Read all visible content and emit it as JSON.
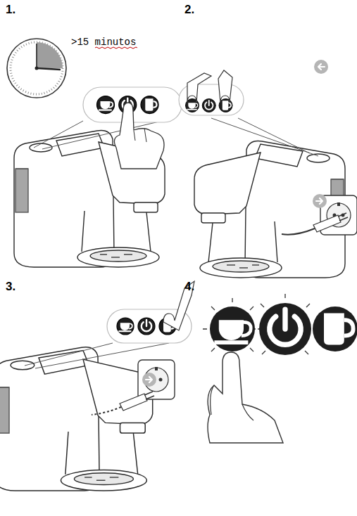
{
  "diagram": {
    "labels": [
      "1.",
      "2.",
      "3.",
      "4.",
      ">15 minutos"
    ]
  }
}
